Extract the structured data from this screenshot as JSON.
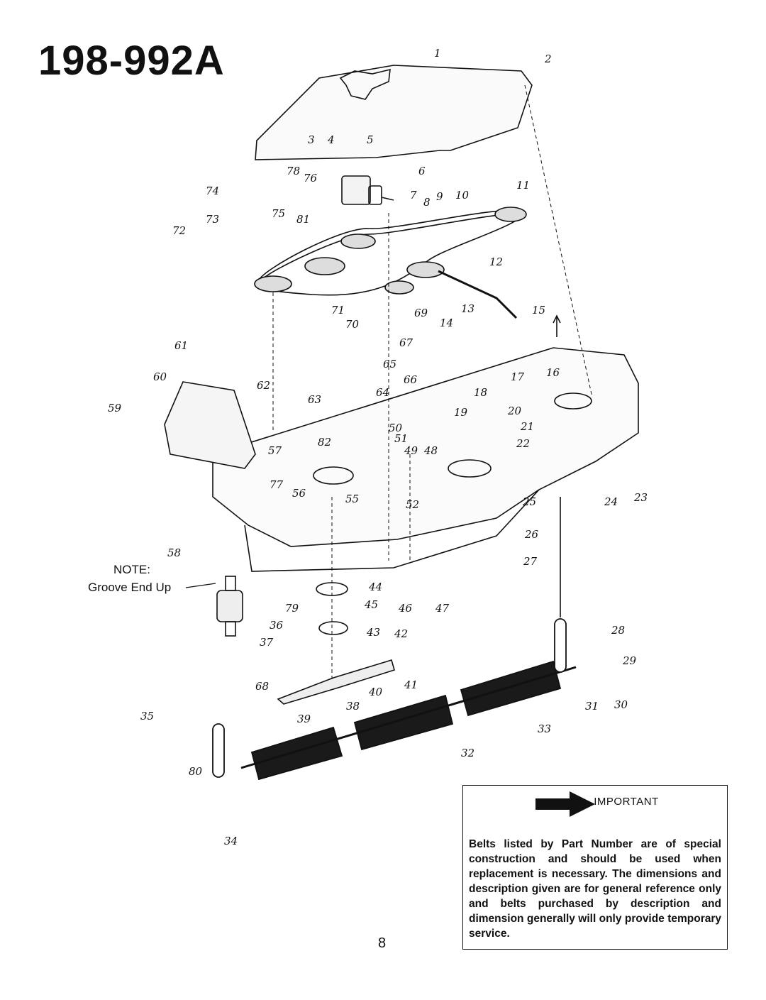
{
  "title": "198-992A",
  "note": {
    "line1": "NOTE:",
    "line2": "Groove End Up"
  },
  "important": {
    "heading": "IMPORTANT",
    "body": "Belts listed by Part Number are of special construction and should be used when replacement is necessary. The dimensions and description given are for general reference only and belts purchased by description and dimension generally will only provide temporary service."
  },
  "page_number": "8",
  "part_labels": [
    "1",
    "2",
    "3",
    "4",
    "5",
    "6",
    "7",
    "8",
    "9",
    "10",
    "11",
    "12",
    "13",
    "14",
    "15",
    "16",
    "17",
    "18",
    "19",
    "20",
    "21",
    "22",
    "23",
    "24",
    "25",
    "26",
    "27",
    "28",
    "29",
    "30",
    "31",
    "32",
    "33",
    "34",
    "35",
    "36",
    "37",
    "38",
    "39",
    "40",
    "41",
    "42",
    "43",
    "44",
    "45",
    "46",
    "47",
    "48",
    "49",
    "50",
    "51",
    "52",
    "55",
    "56",
    "57",
    "58",
    "59",
    "60",
    "61",
    "62",
    "63",
    "64",
    "65",
    "66",
    "67",
    "68",
    "69",
    "70",
    "71",
    "72",
    "73",
    "74",
    "75",
    "76",
    "77",
    "78",
    "79",
    "80",
    "81",
    "82"
  ]
}
